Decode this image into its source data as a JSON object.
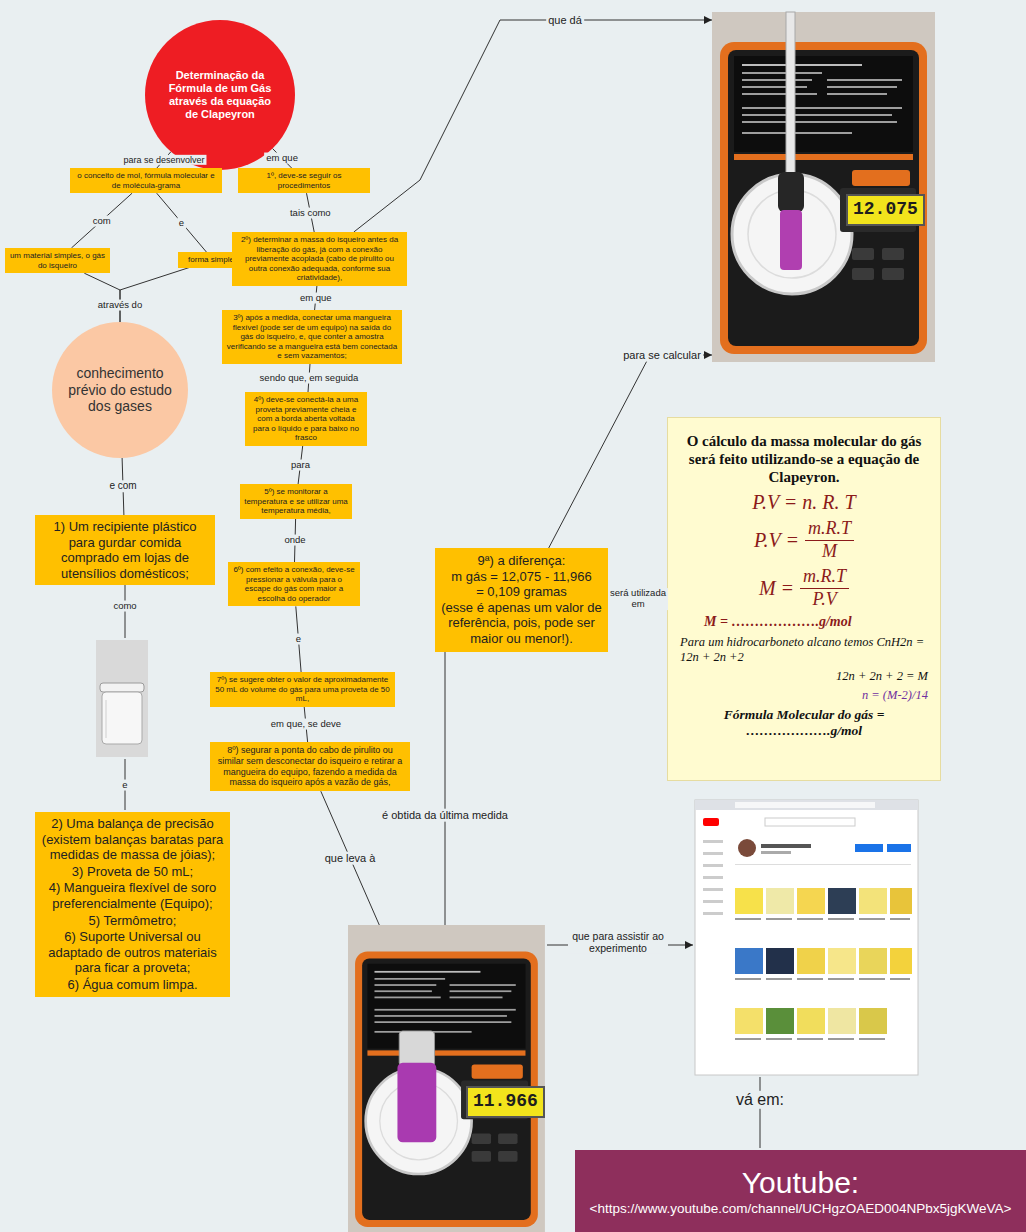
{
  "diagram": {
    "nodes": [
      {
        "text": [
          "Determinação da Fórmula de um Gás através da equação de Clapeyron"
        ]
      },
      {
        "text": [
          "o conceito de mol, fórmula molecular e de molécula-grama"
        ]
      },
      {
        "text": [
          "um material simples, o gás do isqueiro"
        ]
      },
      {
        "text": [
          "forma simples"
        ]
      },
      {
        "text": [
          "conhecimento prévio do estudo dos gases"
        ]
      },
      {
        "text": [
          "1) Um recipiente plástico para gurdar comida comprado em lojas de utensílios domésticos;"
        ]
      },
      {
        "text": [
          "2) Uma balança de precisão (existem balanças baratas para medidas de massa de jóias);",
          "3) Proveta de 50 mL;",
          "4) Mangueira flexível de soro preferencialmente (Equipo);",
          "5) Termômetro;",
          "6) Suporte Universal ou adaptado de outros materiais para ficar a proveta;",
          "6) Água comum limpa."
        ]
      },
      {
        "text": [
          "1º, deve-se seguir os procedimentos"
        ]
      },
      {
        "text": [
          "2º) determinar a massa do isqueiro antes da liberação do gás, já com a conexão previamente acoplada (cabo de pirulito ou outra conexão adequada, conforme sua criatividade),"
        ]
      },
      {
        "text": [
          "3º) após a medida, conectar uma mangueira flexível (pode ser de um equipo) na saída do gás do isqueiro, e, que conter a amostra verificando se a mangueira está bem conectada e sem vazamentos;"
        ]
      },
      {
        "text": [
          "4º) deve-se conectá-la a uma proveta previamente cheia e com a borda aberta voltada para o líquido e para baixo no frasco"
        ]
      },
      {
        "text": [
          "5º) se monitorar a temperatura e se utilizar uma temperatura média,"
        ]
      },
      {
        "text": [
          "6º) com efeito a conexão, deve-se pressionar a válvula para o escape do gás com maior a escolha do operador"
        ]
      },
      {
        "text": [
          "7º) se sugere obter o valor de aproximadamente 50 mL do volume do gás para uma proveta de 50 mL,"
        ]
      },
      {
        "text": [
          "8º) segurar a ponta do cabo de pirulito ou similar sem desconectar do isqueiro e retirar a mangueira do equipo, fazendo a medida da massa do isqueiro após a vazão de gás,"
        ]
      },
      {
        "text": [
          "12.075"
        ]
      },
      {
        "text": [
          "9ª) a diferença:",
          "m gás = 12,075 - 11,966",
          "= 0,109 gramas",
          "(esse é apenas um valor de referência, pois, pode ser maior ou menor!)."
        ]
      },
      {
        "text": [
          "O cálculo da massa molecular do gás será feito utilizando-se a equação de Clapeyron.",
          "P.V = n. R. T",
          "P.V =",
          "m.R.T",
          "M",
          "M =",
          "m.R.T",
          "P.V",
          "M = ……………….g/mol",
          "Para um hidrocarboneto alcano temos CnH2n = 12n + 2n +2",
          "12n + 2n + 2 = M",
          "n = (M-2)/14",
          "Fórmula Molecular do gás = ……………….g/mol"
        ]
      },
      {
        "text": [
          "11.966"
        ]
      },
      {
        "text": [
          "Youtube:",
          "<https://www.youtube.com/channel/UCHgzOAED004NPbx5jgKWeVA>"
        ]
      }
    ],
    "edges": [
      {
        "from": 0,
        "to": 1,
        "label": "para se desenvolver",
        "arrow": "none"
      },
      {
        "from": 1,
        "to": 2,
        "label": "com",
        "arrow": "none"
      },
      {
        "from": 1,
        "to": 3,
        "label": "e",
        "arrow": "none"
      },
      {
        "from": 2,
        "to": 4,
        "label": "através do",
        "arrow": "none"
      },
      {
        "from": 3,
        "to": 4,
        "arrow": "none"
      },
      {
        "from": 4,
        "to": 5,
        "label": "e com",
        "arrow": "none"
      },
      {
        "from": 0,
        "to": 7,
        "label": "em que",
        "arrow": "none"
      },
      {
        "from": 7,
        "to": 8,
        "label": "tais como",
        "arrow": "none"
      },
      {
        "from": 8,
        "to": 9,
        "label": "em que",
        "arrow": "none"
      },
      {
        "from": 9,
        "to": 10,
        "label": "sendo que, em seguida",
        "arrow": "none"
      },
      {
        "from": 10,
        "to": 11,
        "label": "para",
        "arrow": "none"
      },
      {
        "from": 11,
        "to": 12,
        "label": "onde",
        "arrow": "none"
      },
      {
        "from": 12,
        "to": 13,
        "label": "e",
        "arrow": "none"
      },
      {
        "from": 13,
        "to": 14,
        "label": "em que, se deve",
        "arrow": "none"
      },
      {
        "from": 8,
        "to": 15,
        "label": "que dá",
        "arrow": "to"
      },
      {
        "from": 16,
        "to": 15,
        "label": "para se calcular",
        "arrow": "to"
      },
      {
        "from": 16,
        "to": 17,
        "label": "será utilizada em",
        "arrow": "to"
      },
      {
        "from": 14,
        "to": 18,
        "label": "que leva à",
        "arrow": "none"
      },
      {
        "from": 16,
        "to": 18,
        "label": "é obtida da última medida",
        "arrow": "none"
      }
    ],
    "labels": [
      "como",
      "e",
      "que para assistir ao experimento",
      "vá em:"
    ]
  }
}
